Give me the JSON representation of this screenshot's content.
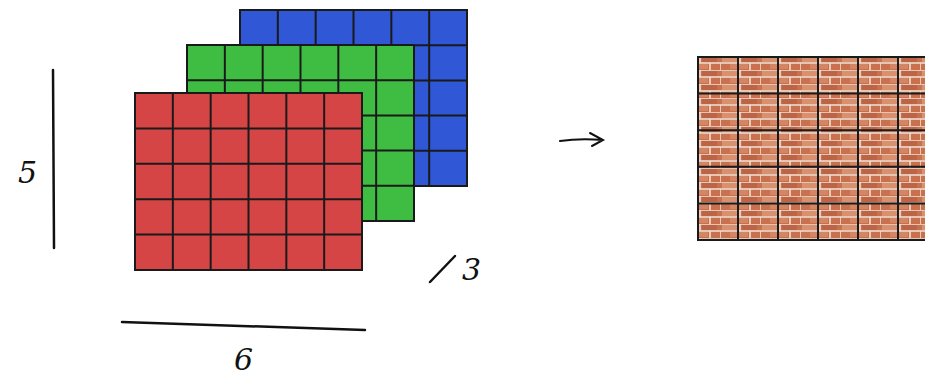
{
  "diagram": {
    "labels": [
      "5",
      "6",
      "3"
    ]
  }
}
